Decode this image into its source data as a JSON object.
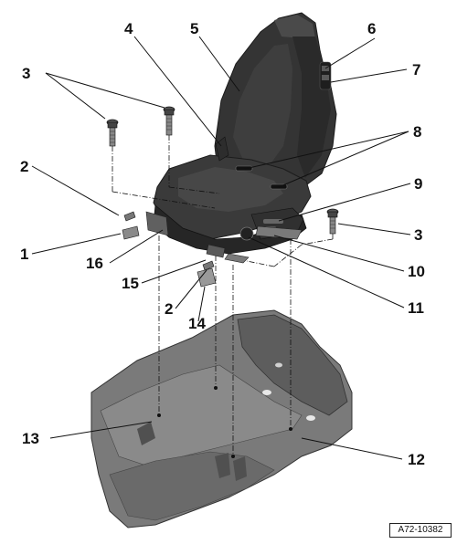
{
  "callouts": {
    "c1": "1",
    "c2a": "2",
    "c2b": "2",
    "c3a": "3",
    "c3b": "3",
    "c4": "4",
    "c5": "5",
    "c6": "6",
    "c7": "7",
    "c8": "8",
    "c9": "9",
    "c10": "10",
    "c11": "11",
    "c12": "12",
    "c13": "13",
    "c14": "14",
    "c15": "15",
    "c16": "16"
  },
  "reference_code": "A72-10382",
  "colors": {
    "seat_dark": "#2f2f2f",
    "seat_mid": "#444444",
    "floor_mid": "#7a7a7a",
    "floor_dark": "#5a5a5a",
    "line": "#111111"
  }
}
